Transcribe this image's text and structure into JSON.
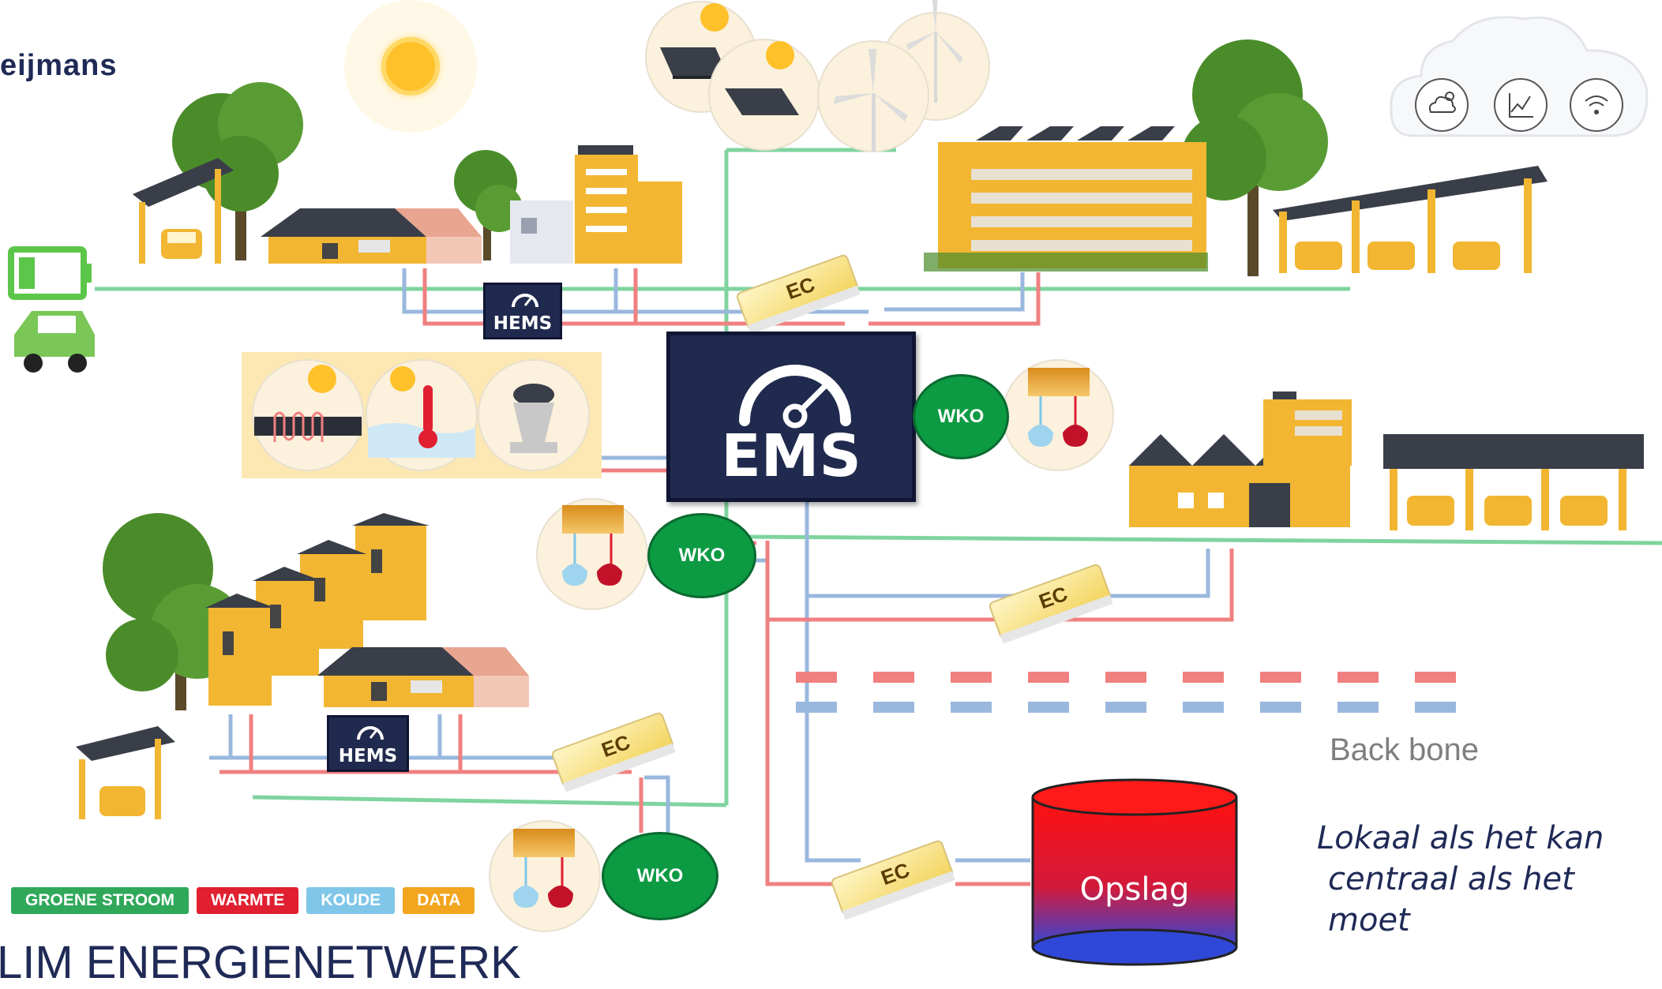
{
  "brand": "eijmans",
  "ems_label": "EMS",
  "hems_label": "HEMS",
  "ec_label": "EC",
  "wko_label": "WKO",
  "storage_label": "Opslag",
  "backbone_label": "Back bone",
  "motto": [
    "Lokaal als het kan",
    "centraal als het moet"
  ],
  "legend": [
    {
      "label": "GROENE STROOM",
      "color": "#2fa85a"
    },
    {
      "label": "WARMTE",
      "color": "#e02030"
    },
    {
      "label": "KOUDE",
      "color": "#7fc6e8"
    },
    {
      "label": "DATA",
      "color": "#f2a51f"
    }
  ],
  "title": "LIM ENERGIENETWERK",
  "colors": {
    "green_power": "#7fd49e",
    "heat": "#f08080",
    "cold": "#9ab8de",
    "building": "#f2b632",
    "ems": "#202a4e",
    "wko": "#0c9a43",
    "tree": "#4a8c2a"
  },
  "icons": [
    "sun-icon",
    "solar-panel-icon",
    "wind-turbine-icon",
    "cloud-icon",
    "weather-icon",
    "chart-icon",
    "wifi-icon",
    "battery-icon",
    "electric-car-icon",
    "gauge-icon"
  ]
}
